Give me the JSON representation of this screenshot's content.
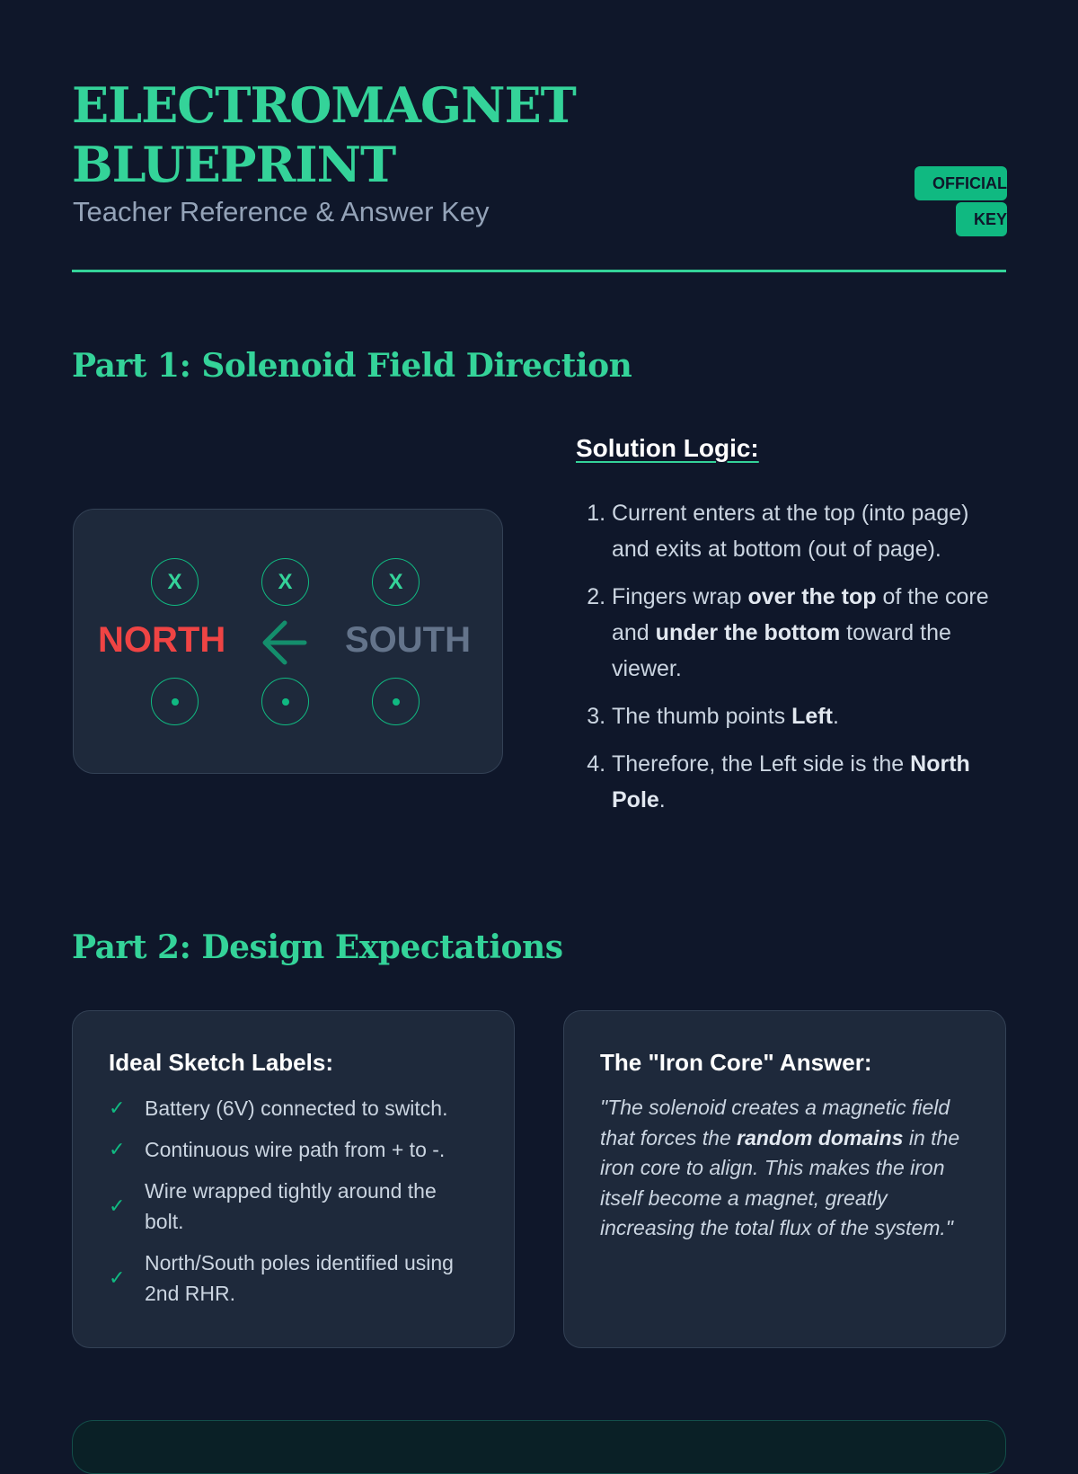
{
  "header": {
    "title_line1": "ELECTROMAGNET",
    "title_line2": "BLUEPRINT",
    "subtitle": "Teacher Reference & Answer Key",
    "badge": "OFFICIAL KEY"
  },
  "part1": {
    "heading": "Part 1: Solenoid Field Direction",
    "diagram": {
      "top_symbol": "X",
      "north": "NORTH",
      "south": "SOUTH",
      "arrow_direction": "left"
    },
    "logic_title": "Solution Logic:",
    "steps": [
      {
        "pre": "Current enters at the top (into page) and exits at bottom (out of page).",
        "b1": "",
        "mid": "",
        "b2": "",
        "post": ""
      },
      {
        "pre": "Fingers wrap ",
        "b1": "over the top",
        "mid": " of the core and ",
        "b2": "under the bottom",
        "post": " toward the viewer."
      },
      {
        "pre": "The thumb points ",
        "b1": "Left",
        "mid": ".",
        "b2": "",
        "post": ""
      },
      {
        "pre": "Therefore, the Left side is the ",
        "b1": "North Pole",
        "mid": ".",
        "b2": "",
        "post": ""
      }
    ]
  },
  "part2": {
    "heading": "Part 2: Design Expectations",
    "labels_title": "Ideal Sketch Labels:",
    "labels": [
      "Battery (6V) connected to switch.",
      "Continuous wire path from + to -.",
      "Wire wrapped tightly around the bolt.",
      "North/South poles identified using 2nd RHR."
    ],
    "iron_title": "The \"Iron Core\" Answer:",
    "iron_q1": "\"The solenoid creates a magnetic field that forces the ",
    "iron_b": "random domains",
    "iron_q2": " in the iron core to align. This makes the iron itself become a magnet, greatly increasing the total flux of the system.\""
  },
  "colors": {
    "accent": "#34d399",
    "north": "#ef4444",
    "south": "#64748b",
    "bg": "#0f172a"
  }
}
